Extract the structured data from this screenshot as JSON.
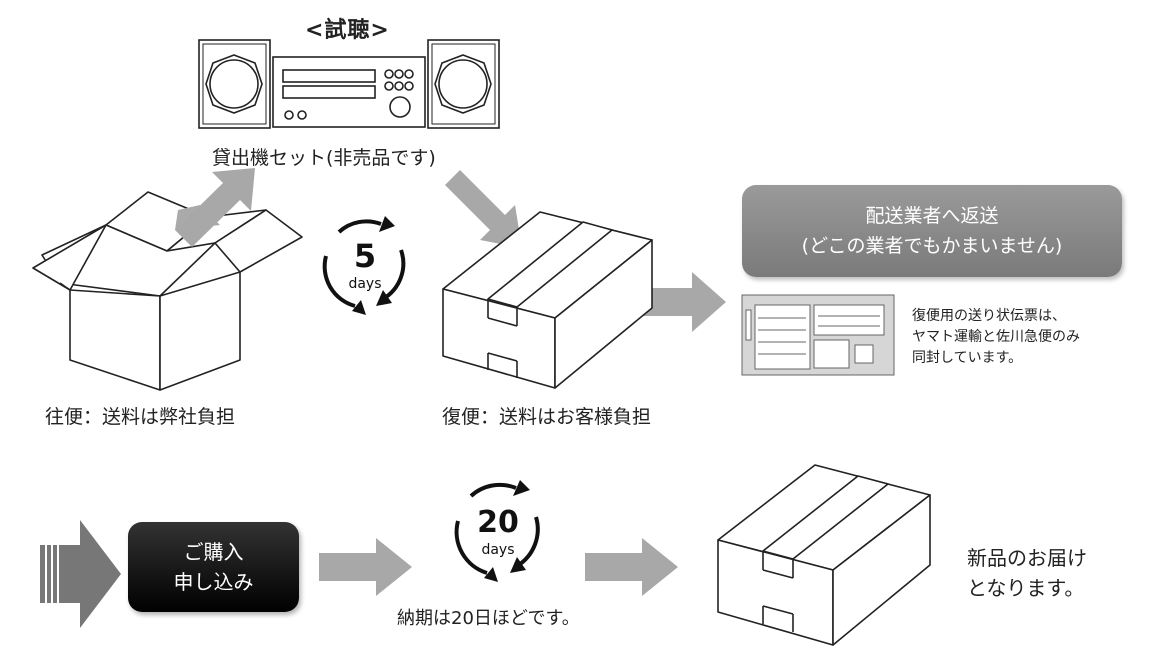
{
  "trial": {
    "heading": "<試聴>",
    "lending_set_label": "貸出機セット(非売品です)"
  },
  "shipping": {
    "outbound_label": "往便：送料は弊社負担",
    "return_label": "復便：送料はお客様負担",
    "return_carrier_line1": "配送業者へ返送",
    "return_carrier_line2": "(どこの業者でもかまいません)",
    "label_note_line1": "復便用の送り状伝票は、",
    "label_note_line2": "ヤマト運輸と佐川急便のみ",
    "label_note_line3": "同封しています。"
  },
  "trial_cycle": {
    "number": "5",
    "unit": "days"
  },
  "purchase": {
    "button_line1": "ご購入",
    "button_line2": "申し込み",
    "delivery_cycle": {
      "number": "20",
      "unit": "days"
    },
    "lead_time_label": "納期は20日ほどです。",
    "delivery_line1": "新品のお届け",
    "delivery_line2": "となります。"
  },
  "colors": {
    "arrow_gray": "#a8a8a8",
    "pill_gray": "#888888",
    "pill_black": "#111111",
    "outline": "#222222"
  }
}
